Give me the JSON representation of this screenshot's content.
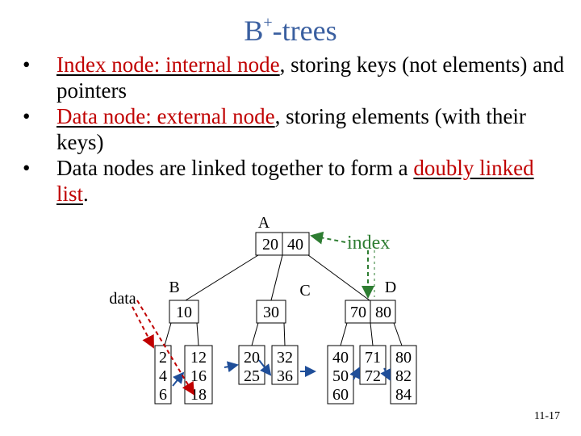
{
  "slide": {
    "title_main": "B",
    "title_sup": "+",
    "title_rest": "-trees",
    "page_number": "11-17"
  },
  "bullets": [
    {
      "marker": "•",
      "highlight": "Index node: internal node",
      "text": ", storing keys (not elements) and pointers"
    },
    {
      "marker": "•",
      "highlight": "Data node: external node",
      "text": ", storing elements (with their keys)"
    },
    {
      "marker": "•",
      "prefix": "Data nodes are linked together to form a ",
      "highlight": "doubly linked list",
      "text": "."
    }
  ],
  "labels": {
    "A": "A",
    "B": "B",
    "C": "C",
    "D": "D",
    "index": "index",
    "data": "data"
  },
  "nodes": {
    "A": [
      "20",
      "40"
    ],
    "B": [
      "10"
    ],
    "C": [
      "30"
    ],
    "D": [
      "70",
      "80"
    ]
  },
  "leaves": [
    [
      "2",
      "4",
      "6"
    ],
    [
      "12",
      "16",
      "18"
    ],
    [
      "20",
      "25"
    ],
    [
      "32",
      "36"
    ],
    [
      "40",
      "50",
      "60"
    ],
    [
      "71",
      "72"
    ],
    [
      "80",
      "82",
      "84"
    ]
  ],
  "colors": {
    "title": "#3a5fa0",
    "highlight": "#c00000",
    "index_arrow": "#2e7d32",
    "data_arrow": "#c00000",
    "leaf_link": "#1f4e99"
  }
}
